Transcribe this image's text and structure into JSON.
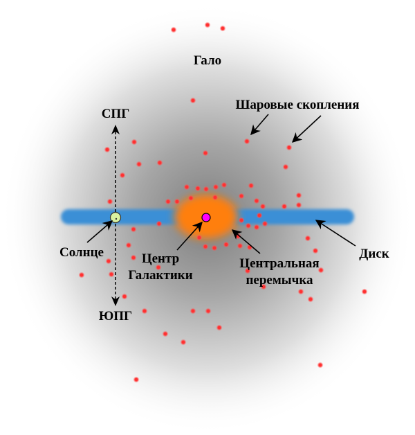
{
  "labels": {
    "halo": "Гало",
    "globular_clusters": "Шаровые скопления",
    "ngp": "СПГ",
    "sgp": "ЮПГ",
    "sun": "Солнце",
    "galactic_center_line1": "Центр",
    "galactic_center_line2": "Галактики",
    "central_bar_line1": "Центральная",
    "central_bar_line2": "перемычка",
    "disk": "Диск"
  },
  "colors": {
    "halo_core": "#8f8f8f",
    "disk": "#3a8fd6",
    "bulge": "#ff7f0e",
    "cluster": "#ff3030",
    "sun": "#d9f2a0",
    "center": "#ff00ff"
  }
}
